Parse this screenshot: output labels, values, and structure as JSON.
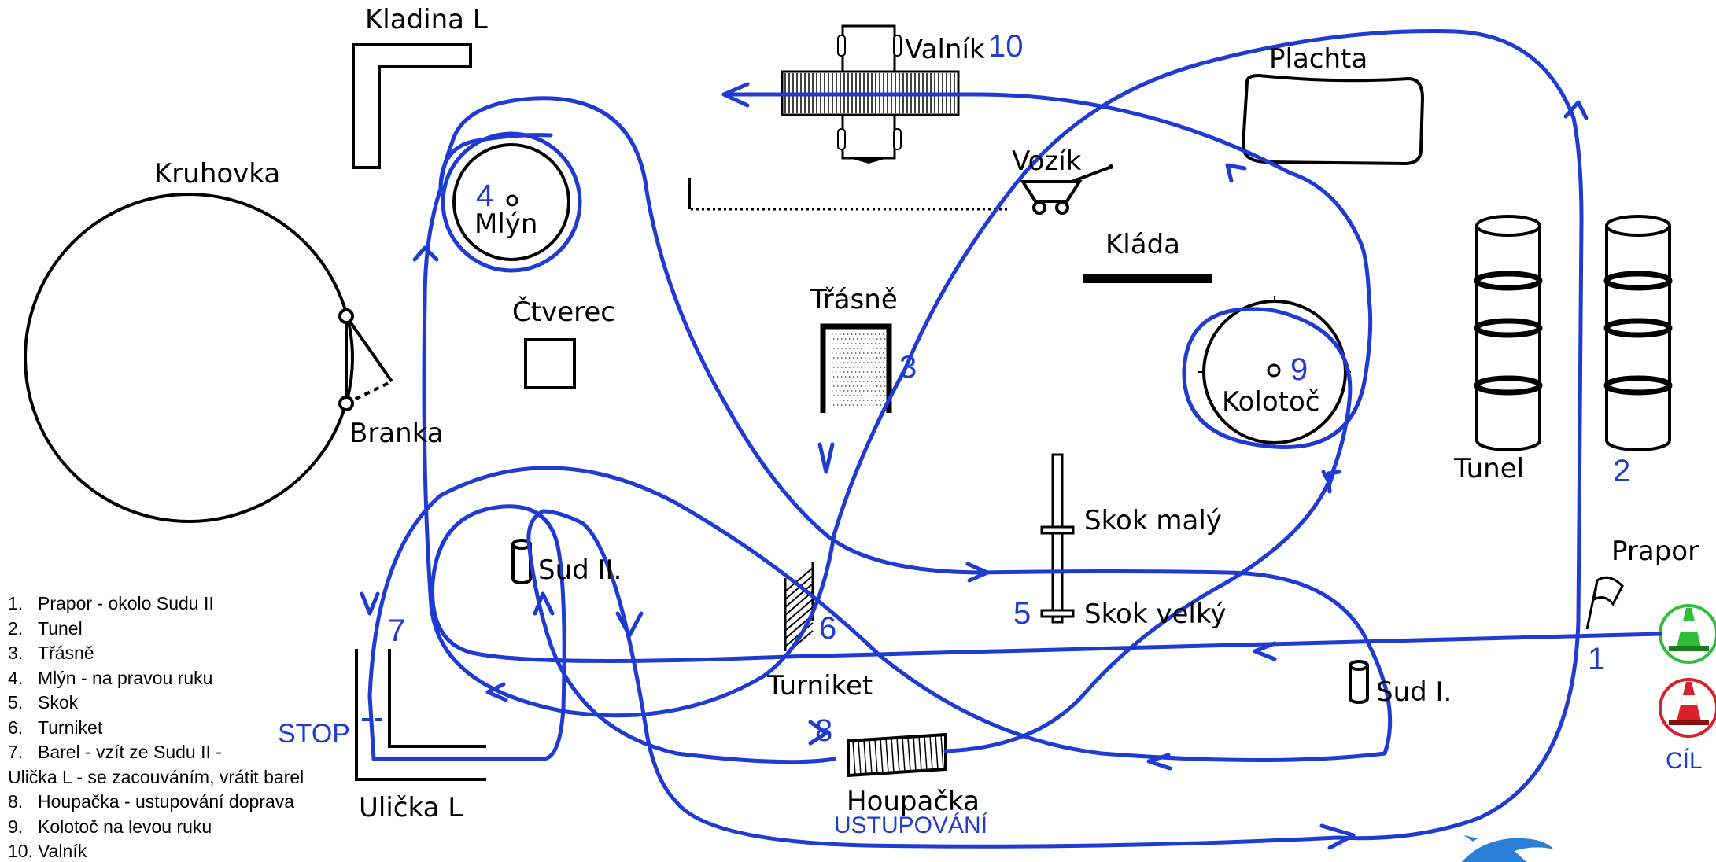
{
  "colors": {
    "route": "#1f3bd1",
    "ink": "#000000",
    "start_cone": "#2fbf3a",
    "finish_cone": "#d8212a"
  },
  "icons": [
    "flag-icon",
    "start-cone-icon",
    "finish-cone-icon",
    "cart-icon",
    "barrel-icon",
    "logo-icon"
  ],
  "obstacles": {
    "kladina_l": "Kladina L",
    "valnik": "Valník",
    "plachta": "Plachta",
    "kruhovka": "Kruhovka",
    "mlyn": "Mlýn",
    "vozik": "Vozík",
    "klada": "Kláda",
    "ctverec": "Čtverec",
    "trasne": "Třásně",
    "branka": "Branka",
    "kolotoc": "Kolotoč",
    "tunel": "Tunel",
    "skok_maly": "Skok malý",
    "skok_velky": "Skok velký",
    "prapor": "Prapor",
    "sud_ii": "Sud II.",
    "sud_i": "Sud I.",
    "turniket": "Turniket",
    "ulicka_l": "Ulička L",
    "houpacka": "Houpačka"
  },
  "markers": {
    "n1": "1",
    "n2": "2",
    "n3": "3",
    "n4": "4",
    "n5": "5",
    "n6": "6",
    "n7": "7",
    "n8": "8",
    "n9": "9",
    "n10": "10",
    "stop": "STOP",
    "cil": "CÍL",
    "ustupovani": "USTUPOVÁNÍ"
  },
  "legend": [
    {
      "num": "1.",
      "text": "Prapor - okolo Sudu II"
    },
    {
      "num": "2.",
      "text": "Tunel"
    },
    {
      "num": "3.",
      "text": "Třásně"
    },
    {
      "num": "4.",
      "text": "Mlýn - na pravou ruku"
    },
    {
      "num": "5.",
      "text": "Skok"
    },
    {
      "num": "6.",
      "text": "Turniket"
    },
    {
      "num": "7.",
      "text": "Barel - vzít ze Sudu II -"
    },
    {
      "num": "",
      "text": "Ulička L - se zacouváním, vrátit barel"
    },
    {
      "num": "8.",
      "text": "Houpačka - ustupování doprava"
    },
    {
      "num": "9.",
      "text": "Kolotoč na levou ruku"
    },
    {
      "num": "10.",
      "text": "Valník"
    }
  ]
}
